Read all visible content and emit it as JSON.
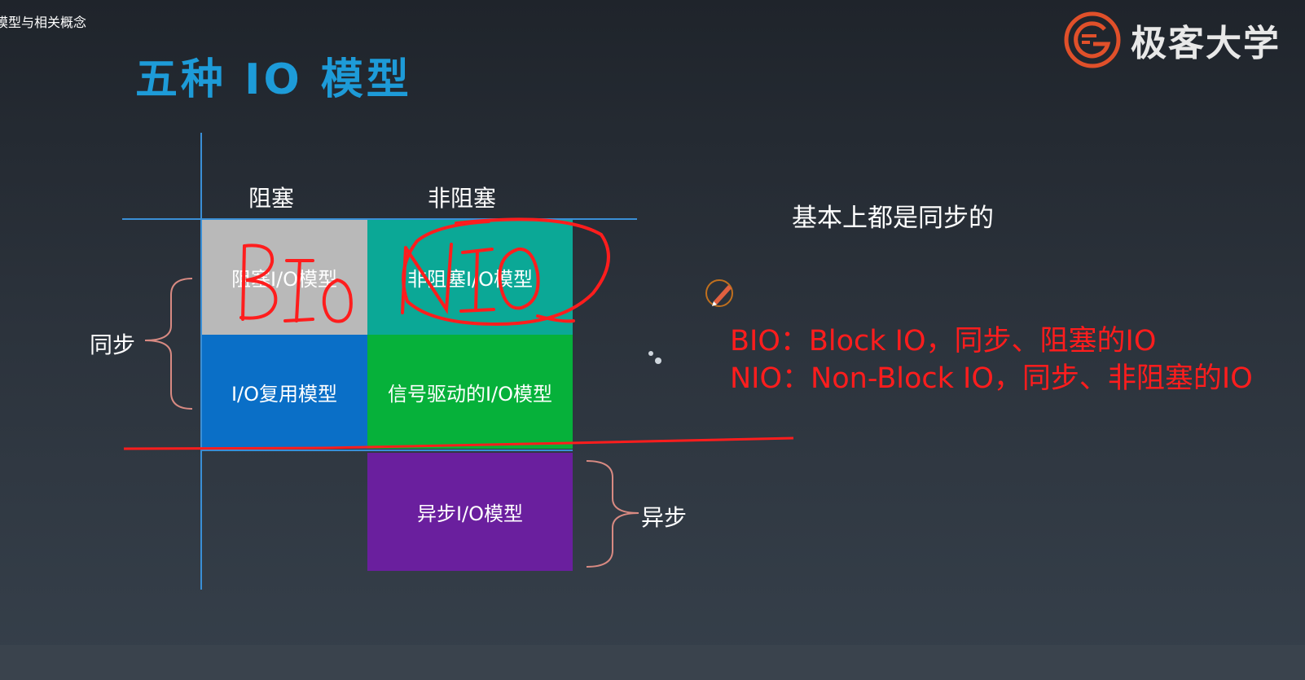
{
  "window": {
    "title": "模型与相关概念"
  },
  "brand": {
    "name": "极客大学",
    "colors": {
      "accent": "#e0502a"
    }
  },
  "slide": {
    "title": "五种 IO 模型",
    "columns": {
      "blocking": "阻塞",
      "non_blocking": "非阻塞"
    },
    "cells": {
      "blocking_io": "阻塞I/O模型",
      "non_blocking_io": "非阻塞I/O模型",
      "multiplexing_io": "I/O复用模型",
      "signal_driven_io": "信号驱动的I/O模型",
      "async_io": "异步I/O模型"
    },
    "groups": {
      "sync": "同步",
      "async": "异步"
    },
    "note": "基本上都是同步的"
  },
  "annotations": {
    "handwritten": {
      "bio": "BIO",
      "nio": "NIO"
    },
    "definitions": [
      "BIO：Block IO，同步、阻塞的IO",
      "NIO：Non-Block IO，同步、非阻塞的IO"
    ],
    "pen_color": "#ff1d1d",
    "cursor_icon": "pen-cursor-icon"
  },
  "colors": {
    "title": "#1d9bd8",
    "axis": "#3a8fd6",
    "bracket": "#d88a82",
    "bio_cell": "#b9b9b9",
    "nio_cell": "#0ba896",
    "mux_cell": "#0a6fc7",
    "signal_cell": "#06b13a",
    "aio_cell": "#6a1f9e"
  }
}
